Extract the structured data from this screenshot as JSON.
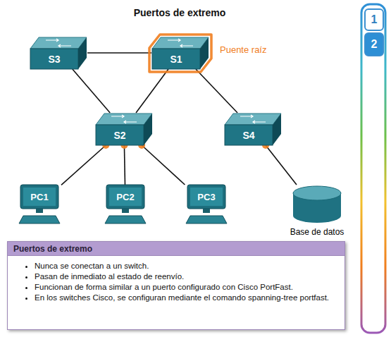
{
  "diagram": {
    "title": "Puertos de extremo",
    "nodes": [
      {
        "text": [
          "S3"
        ]
      },
      {
        "text": [
          "S1"
        ]
      },
      {
        "text": [
          "1"
        ]
      },
      {
        "text": [
          "2"
        ]
      },
      {
        "text": [
          "S2"
        ]
      },
      {
        "text": [
          "S4"
        ]
      },
      {
        "text": [
          "PC1"
        ]
      },
      {
        "text": [
          "PC2"
        ]
      },
      {
        "text": [
          "PC3"
        ]
      },
      {
        "text": [
          "Base de datos"
        ]
      },
      {
        "text": [
          "Puertos de extremo",
          "Nunca se conectan a un switch.",
          "Pasan de inmediato al estado de reenvío.",
          "Funcionan de forma similar a un puerto configurado con Cisco PortFast.",
          "En los switches Cisco, se configuran mediante el comando spanning-tree portfast."
        ]
      }
    ],
    "edges": [
      {
        "from": 0,
        "to": 1,
        "arrow": "none"
      },
      {
        "from": 0,
        "to": 4,
        "arrow": "none"
      },
      {
        "from": 1,
        "to": 4,
        "arrow": "none"
      },
      {
        "from": 1,
        "to": 5,
        "arrow": "none"
      },
      {
        "from": 4,
        "to": 6,
        "arrow": "none"
      },
      {
        "from": 4,
        "to": 7,
        "arrow": "none"
      },
      {
        "from": 4,
        "to": 8,
        "arrow": "none"
      },
      {
        "from": 5,
        "to": 9,
        "arrow": "none"
      }
    ],
    "labels": [
      "Puente raíz"
    ]
  }
}
